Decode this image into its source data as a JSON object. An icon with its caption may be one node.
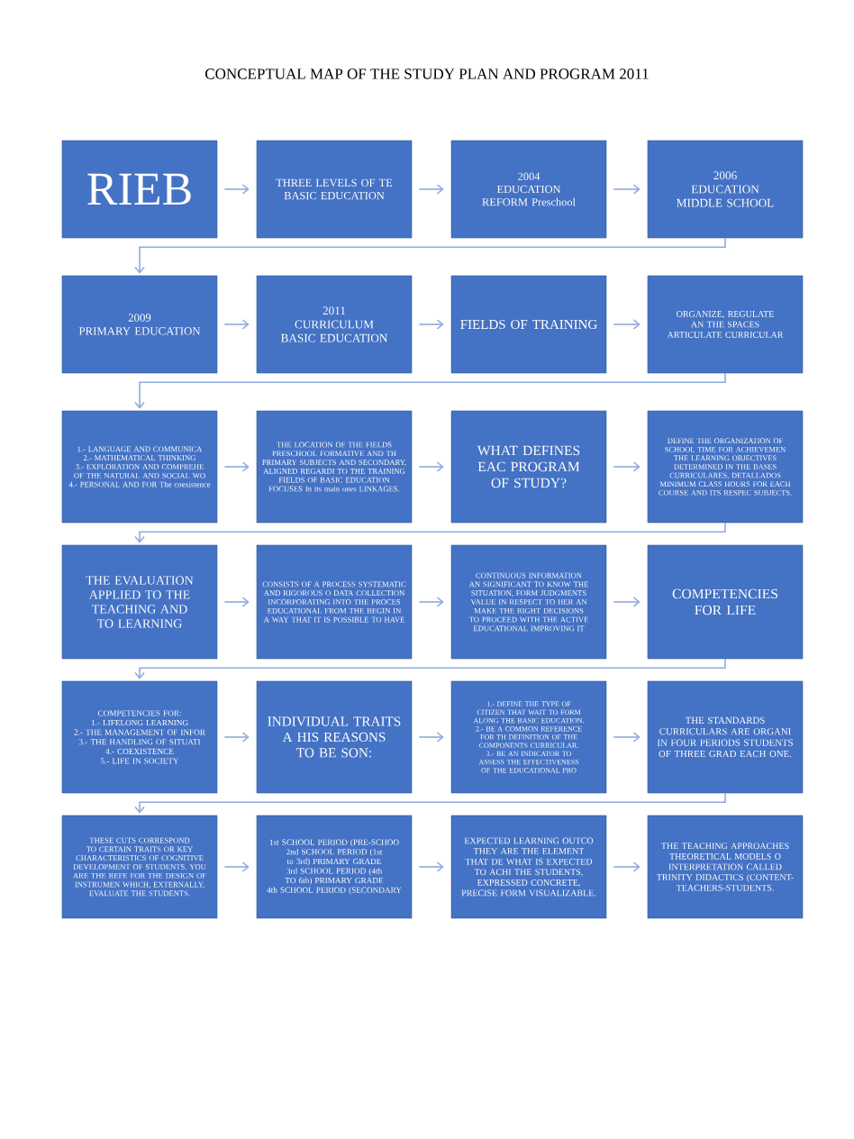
{
  "diagram": {
    "title": "CONCEPTUAL MAP OF THE STUDY PLAN AND PROGRAM 2011",
    "nodes": [
      {
        "text": [
          "RIEB"
        ]
      },
      {
        "text": [
          "THREE LEVELS OF TE BASIC EDUCATION"
        ]
      },
      {
        "text": [
          "2004",
          "EDUCATION REFORM Preschool"
        ]
      },
      {
        "text": [
          "2006",
          "EDUCATION MIDDLE SCHOOL"
        ]
      },
      {
        "text": [
          "2009",
          "PRIMARY EDUCATION"
        ]
      },
      {
        "text": [
          "2011",
          "CURRICULUM BASIC EDUCATION"
        ]
      },
      {
        "text": [
          "FIELDS OF TRAINING"
        ]
      },
      {
        "text": [
          "ORGANIZE, REGULATE AN THE SPACES ARTICULATE CURRICULAR"
        ]
      },
      {
        "text": [
          "1.- LANGUAGE AND COMMUNICA",
          "2.- MATHEMATICAL THINKING",
          "3.- EXPLORATION AND COMPREHE OF THE NATURAL AND SOCIAL WO",
          "4.- PERSONAL AND FOR The coexistence"
        ]
      },
      {
        "text": [
          "THE LOCATION OF THE FIELDS PRESCHOOL FORMATIVE AND TH PRIMARY SUBJECTS AND SECONDARY, ALIGNED REGARDI TO THE TRAINING FIELDS OF BASIC EDUCATION FOCUSES In its main ones LINKAGES."
        ]
      },
      {
        "text": [
          "WHAT DEFINES EAC PROGRAM OF STUDY?"
        ]
      },
      {
        "text": [
          "DEFINE THE ORGANIZATION OF SCHOOL TIME FOR ACHIEVEMEN THE LEARNING OBJECTIVES DETERMINED IN THE BASES CURRICULARES, DETALLADOS MINIMUM CLASS HOURS FOR EACH COURSE AND ITS RESPEC SUBJECTS."
        ]
      },
      {
        "text": [
          "THE EVALUATION APPLIED TO THE TEACHING AND TO LEARNING"
        ]
      },
      {
        "text": [
          "CONSISTS OF A PROCESS SYSTEMATIC AND RIGOROUS O DATA COLLECTION INCORPORATING INTO THE PROCES EDUCATIONAL FROM THE BEGIN IN A WAY THAT IT IS POSSIBLE TO HAVE"
        ]
      },
      {
        "text": [
          "CONTINUOUS INFORMATION AN SIGNIFICANT TO KNOW THE SITUATION, FORM JUDGMENTS VALUE IN RESPECT TO HER AN MAKE THE RIGHT DECISIONS TO PROCEED WITH THE ACTIVE EDUCATIONAL IMPROVING IT"
        ]
      },
      {
        "text": [
          "COMPETENCIES FOR LIFE"
        ]
      },
      {
        "text": [
          "COMPETENCIES FOR:",
          "1.- LIFELONG LEARNING",
          "2.- THE MANAGEMENT OF INFOR",
          "3.- THE HANDLING OF SITUATI",
          "4.- COEXISTENCE",
          "5.- LIFE IN SOCIETY"
        ]
      },
      {
        "text": [
          "INDIVIDUAL TRAITS A HIS REASONS TO BE SON:"
        ]
      },
      {
        "text": [
          "1.- DEFINE THE TYPE OF CITIZEN THAT WAIT TO FORM ALONG THE BASIC EDUCATION.",
          "2.- BE A COMMON REFERENCE FOR TH DEFINITION OF THE COMPONENTS CURRICULAR.",
          "3.- BE AN INDICATOR TO ASSESS THE EFFECTIVENESS OF THE EDUCATIONAL PRO"
        ]
      },
      {
        "text": [
          "THE STANDARDS CURRICULARS ARE ORGANI IN FOUR PERIODS STUDENTS OF THREE GRAD EACH ONE."
        ]
      },
      {
        "text": [
          "THESE CUTS CORRESPOND TO CERTAIN TRAITS OR KEY CHARACTERISTICS OF COGNITIVE DEVELOPMENT OF STUDENTS. YOU ARE THE REFE FOR THE DESIGN OF INSTRUMEN WHICH, EXTERNALLY, EVALUATE THE STUDENTS."
        ]
      },
      {
        "text": [
          "1st SCHOOL PERIOD (PRE-SCHOO",
          "2nd SCHOOL PERIOD (1st to 3rd) PRIMARY GRADE",
          "3rd SCHOOL PERIOD (4th TO 6th) PRIMARY GRADE",
          "4th SCHOOL PERIOD (SECONDARY"
        ]
      },
      {
        "text": [
          "EXPECTED LEARNING OUTCO THEY ARE THE ELEMENT THAT DE WHAT IS EXPECTED TO ACHI THE STUDENTS, EXPRESSED CONCRETE, PRECISE FORM VISUALIZABLE."
        ]
      },
      {
        "text": [
          "THE TEACHING APPROACHES THEORETICAL MODELS O INTERPRETATION CALLED TRINITY DIDACTICS (CONTENT- TEACHERS-STUDENTS."
        ]
      }
    ],
    "edges": [
      {
        "from": 0,
        "to": 1,
        "arrow": "to"
      },
      {
        "from": 1,
        "to": 2,
        "arrow": "to"
      },
      {
        "from": 2,
        "to": 3,
        "arrow": "to"
      },
      {
        "from": 3,
        "to": 4,
        "arrow": "to"
      },
      {
        "from": 4,
        "to": 5,
        "arrow": "to"
      },
      {
        "from": 5,
        "to": 6,
        "arrow": "to"
      },
      {
        "from": 6,
        "to": 7,
        "arrow": "to"
      },
      {
        "from": 7,
        "to": 8,
        "arrow": "to"
      },
      {
        "from": 8,
        "to": 9,
        "arrow": "to"
      },
      {
        "from": 9,
        "to": 10,
        "arrow": "to"
      },
      {
        "from": 10,
        "to": 11,
        "arrow": "to"
      },
      {
        "from": 11,
        "to": 12,
        "arrow": "to"
      },
      {
        "from": 12,
        "to": 13,
        "arrow": "to"
      },
      {
        "from": 13,
        "to": 14,
        "arrow": "to"
      },
      {
        "from": 14,
        "to": 15,
        "arrow": "to"
      },
      {
        "from": 15,
        "to": 16,
        "arrow": "to"
      },
      {
        "from": 16,
        "to": 17,
        "arrow": "to"
      },
      {
        "from": 17,
        "to": 18,
        "arrow": "to"
      },
      {
        "from": 18,
        "to": 19,
        "arrow": "to"
      },
      {
        "from": 19,
        "to": 20,
        "arrow": "to"
      },
      {
        "from": 20,
        "to": 21,
        "arrow": "to"
      },
      {
        "from": 21,
        "to": 22,
        "arrow": "to"
      },
      {
        "from": 22,
        "to": 23,
        "arrow": "to"
      }
    ]
  }
}
